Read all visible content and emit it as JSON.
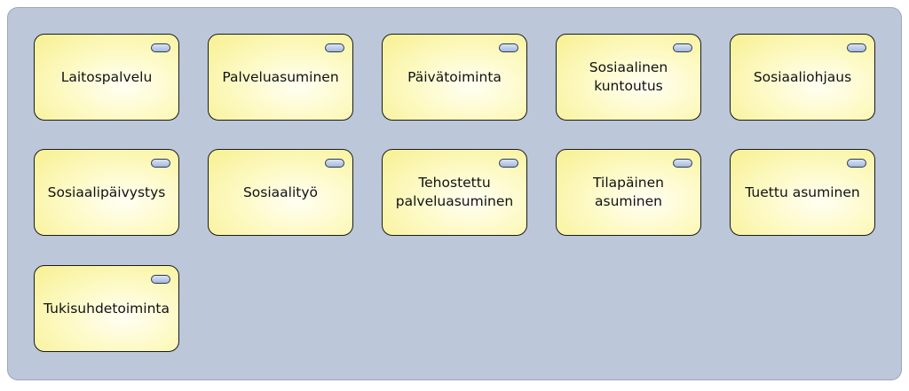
{
  "group": {
    "fill_color": "#bcc8d9"
  },
  "services": [
    {
      "label": "Laitospalvelu",
      "icon": "business-service-icon"
    },
    {
      "label": "Palveluasuminen",
      "icon": "business-service-icon"
    },
    {
      "label": "Päivätoiminta",
      "icon": "business-service-icon"
    },
    {
      "label": "Sosiaalinen\nkuntoutus",
      "icon": "business-service-icon"
    },
    {
      "label": "Sosiaaliohjaus",
      "icon": "business-service-icon"
    },
    {
      "label": "Sosiaalipäivystys",
      "icon": "business-service-icon"
    },
    {
      "label": "Sosiaalityö",
      "icon": "business-service-icon"
    },
    {
      "label": "Tehostettu\npalveluasuminen",
      "icon": "business-service-icon"
    },
    {
      "label": "Tilapäinen\nasuminen",
      "icon": "business-service-icon"
    },
    {
      "label": "Tuettu asuminen",
      "icon": "business-service-icon"
    },
    {
      "label": "Tukisuhdetoiminta",
      "icon": "business-service-icon"
    }
  ],
  "colors": {
    "node_fill": "#f7f091",
    "node_border": "#1a1a1a",
    "icon_fill": "#a7b9da"
  }
}
